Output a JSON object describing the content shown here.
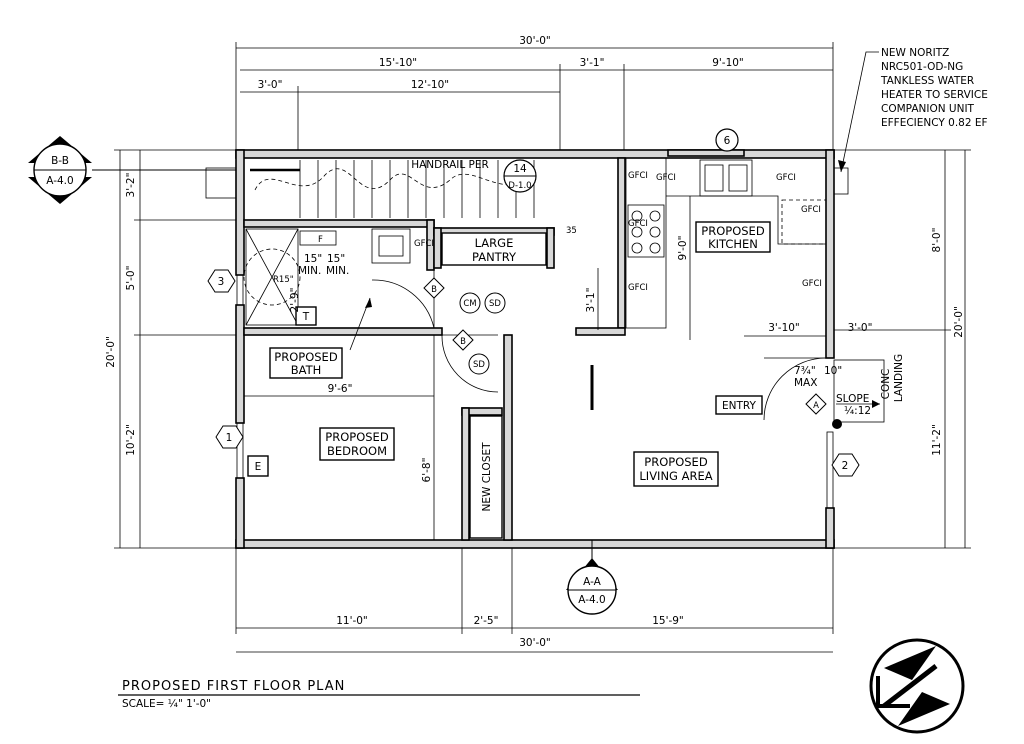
{
  "dims": {
    "overall_top": "30'-0\"",
    "top_a": "15'-10\"",
    "top_b": "3'-1\"",
    "top_c": "9'-10\"",
    "top_d": "3'-0\"",
    "top_e": "12'-10\"",
    "overall_bottom": "30'-0\"",
    "bot_a": "11'-0\"",
    "bot_b": "2'-5\"",
    "bot_c": "15'-9\"",
    "left_a": "3'-2\"",
    "left_b": "5'-0\"",
    "left_total": "20'-0\"",
    "left_c": "10'-2\"",
    "right_a": "8'-0\"",
    "right_total": "20'-0\"",
    "right_b": "11'-2\"",
    "bath_w": "9'-6\"",
    "bath_d": "2'-9\"",
    "clear_a": "15\"",
    "clear_b": "15\"",
    "min_a": "MIN.",
    "min_b": "MIN.",
    "closet_d": "6'-8\"",
    "pantry_d": "3'-1\"",
    "kitchen_d": "9'-0\"",
    "kit_a": "3'-10\"",
    "kit_b": "3'-0\"",
    "step_max_a": "7¾\"",
    "step_max_b": "MAX",
    "step_10": "10\"",
    "slope_label": "SLOPE",
    "slope_val": "¼:12",
    "radius": "R15\""
  },
  "rooms": {
    "handrail": "HANDRAIL PER",
    "pantry_1": "LARGE",
    "pantry_2": "PANTRY",
    "kitchen_1": "PROPOSED",
    "kitchen_2": "KITCHEN",
    "bath_1": "PROPOSED",
    "bath_2": "BATH",
    "bedroom_1": "PROPOSED",
    "bedroom_2": "BEDROOM",
    "closet": "NEW CLOSET",
    "living_1": "PROPOSED",
    "living_2": "LIVING AREA",
    "entry": "ENTRY",
    "landing_1": "CONC",
    "landing_2": "LANDING"
  },
  "tags": {
    "gfci": "GFCI",
    "cm": "CM",
    "sd": "SD",
    "door_b": "B",
    "door_a": "A",
    "t": "T",
    "e": "E",
    "f": "F",
    "n1": "1",
    "n2": "2",
    "n3": "3",
    "n6": "6",
    "detail_num": "14",
    "detail_ref": "D-1.0",
    "stair_35": "35"
  },
  "sections": {
    "bb_top": "B-B",
    "bb_bot": "A-4.0",
    "aa_top": "A-A",
    "aa_bot": "A-4.0"
  },
  "note": {
    "line1": "NEW NORITZ",
    "line2": "NRC501-OD-NG",
    "line3": "TANKLESS WATER",
    "line4": "HEATER TO SERVICE",
    "line5": "COMPANION UNIT",
    "line6": "EFFECIENCY 0.82 EF"
  },
  "title": {
    "main": "PROPOSED FIRST FLOOR PLAN",
    "scale": "SCALE= ¼\" 1'-0\""
  },
  "north_arrow": "north-arrow-icon"
}
